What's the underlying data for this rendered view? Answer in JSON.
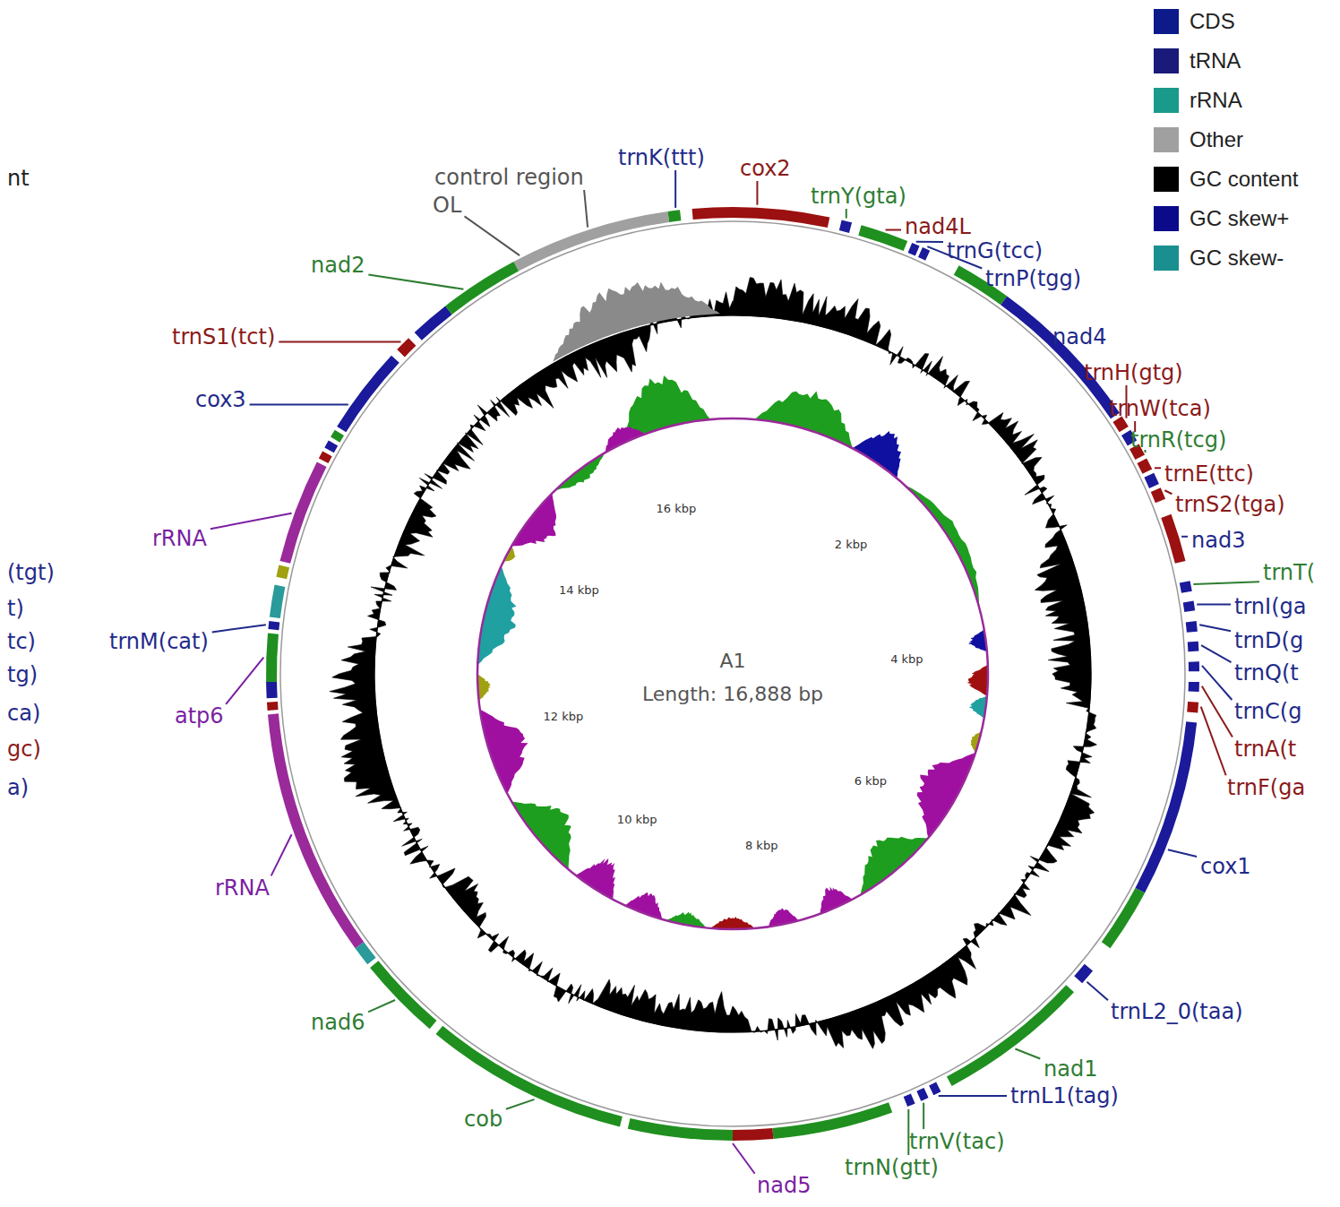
{
  "diagram": {
    "labels": [
      "nt",
      "control region",
      "OL",
      "trnK(ttt)",
      "cox2",
      "trnY(gta)",
      "nad4L",
      "trnG(tcc)",
      "trnP(tgg)",
      "nad4",
      "trnH(gtg)",
      "trnW(tca)",
      "trnR(tcg)",
      "trnE(ttc)",
      "trnS2(tga)",
      "nad3",
      "trnT(",
      "trnI(ga",
      "trnD(g",
      "trnQ(t",
      "trnC(g",
      "trnA(t",
      "trnF(ga",
      "cox1",
      "trnL2_0(taa)",
      "nad1",
      "trnL1(tag)",
      "trnV(tac)",
      "trnN(gtt)",
      "nad5",
      "cob",
      "nad6",
      "rRNA",
      "atp6",
      "trnM(cat)",
      "rRNA",
      "cox3",
      "trnS1(tct)",
      "nad2",
      "(tgt)",
      "t)",
      "tc)",
      "tg)",
      "ca)",
      "gc)",
      "a)",
      "A1",
      "Length: 16,888 bp",
      "2 kbp",
      "4 kbp",
      "6 kbp",
      "8 kbp",
      "10 kbp",
      "12 kbp",
      "14 kbp",
      "16 kbp"
    ],
    "legend": [
      {
        "text": "CDS",
        "color": "#0d1a8a"
      },
      {
        "text": "tRNA",
        "color": "#1a1a7a"
      },
      {
        "text": "rRNA",
        "color": "#1a9a8a"
      },
      {
        "text": "Other",
        "color": "#a0a0a0"
      },
      {
        "text": "GC content",
        "color": "#000000"
      },
      {
        "text": "GC skew+",
        "color": "#0a0a8a"
      },
      {
        "text": "GC skew-",
        "color": "#1a8f8f"
      }
    ]
  }
}
